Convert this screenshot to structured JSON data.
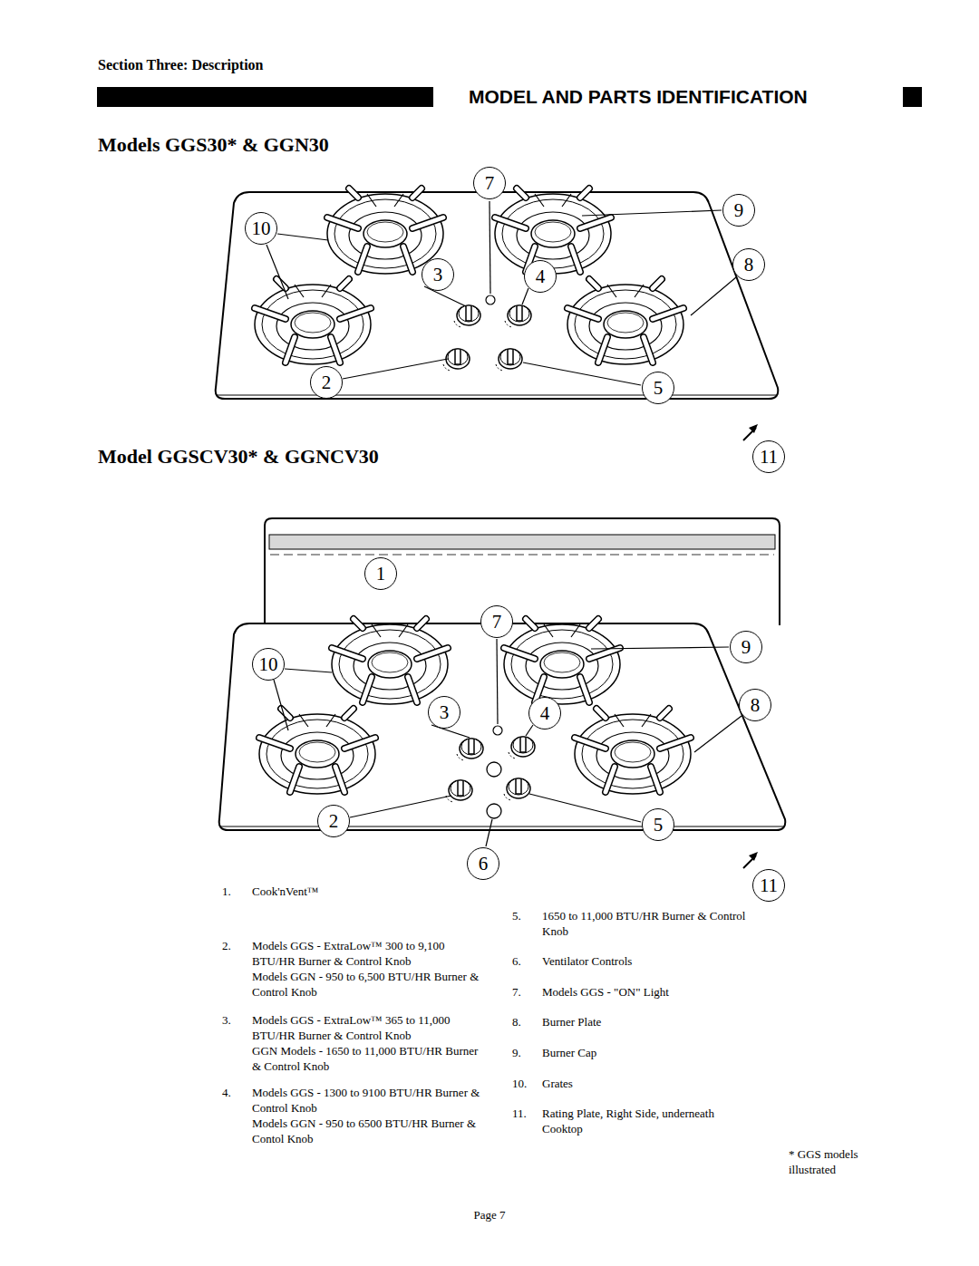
{
  "diagram": {
    "title": "MODEL AND PARTS IDENTIFICATION",
    "nodes": [
      {
        "text": [
          "7"
        ]
      },
      {
        "text": [
          "9"
        ]
      },
      {
        "text": [
          "10"
        ]
      },
      {
        "text": [
          "3"
        ]
      },
      {
        "text": [
          "4"
        ]
      },
      {
        "text": [
          "8"
        ]
      },
      {
        "text": [
          "2"
        ]
      },
      {
        "text": [
          "5"
        ]
      },
      {
        "text": [
          "11"
        ]
      },
      {
        "text": [
          "1"
        ]
      },
      {
        "text": [
          "7"
        ]
      },
      {
        "text": [
          "9"
        ]
      },
      {
        "text": [
          "10"
        ]
      },
      {
        "text": [
          "3"
        ]
      },
      {
        "text": [
          "4"
        ]
      },
      {
        "text": [
          "8"
        ]
      },
      {
        "text": [
          "2"
        ]
      },
      {
        "text": [
          "5"
        ]
      },
      {
        "text": [
          "6"
        ]
      },
      {
        "text": [
          "11"
        ]
      }
    ],
    "labels": [
      "Section Three: Description",
      "Models GGS30* & GGN30",
      "Model GGSCV30* & GGNCV30",
      "1.",
      "Cook'nVent™",
      "2.",
      "Models GGS - ExtraLow™ 300 to 9,100 BTU/HR Burner & Control Knob",
      "Models GGN - 950 to 6,500 BTU/HR Burner & Control Knob",
      "3.",
      "Models GGS - ExtraLow™ 365 to 11,000 BTU/HR Burner & Control Knob",
      "GGN Models - 1650 to 11,000 BTU/HR Burner & Control Knob",
      "4.",
      "Models GGS - 1300 to 9100 BTU/HR Burner & Control Knob",
      "Models GGN - 950 to 6500 BTU/HR Burner & Contol Knob",
      "5.",
      "1650 to 11,000 BTU/HR Burner & Control Knob",
      "6.",
      "Ventilator Controls",
      "7.",
      "Models GGS - \"ON\" Light",
      "8.",
      "Burner Plate",
      "9.",
      "Burner Cap",
      "10.",
      "Grates",
      "11.",
      "Rating Plate, Right Side, underneath Cooktop",
      "* GGS models illustrated",
      "Page 7"
    ]
  }
}
